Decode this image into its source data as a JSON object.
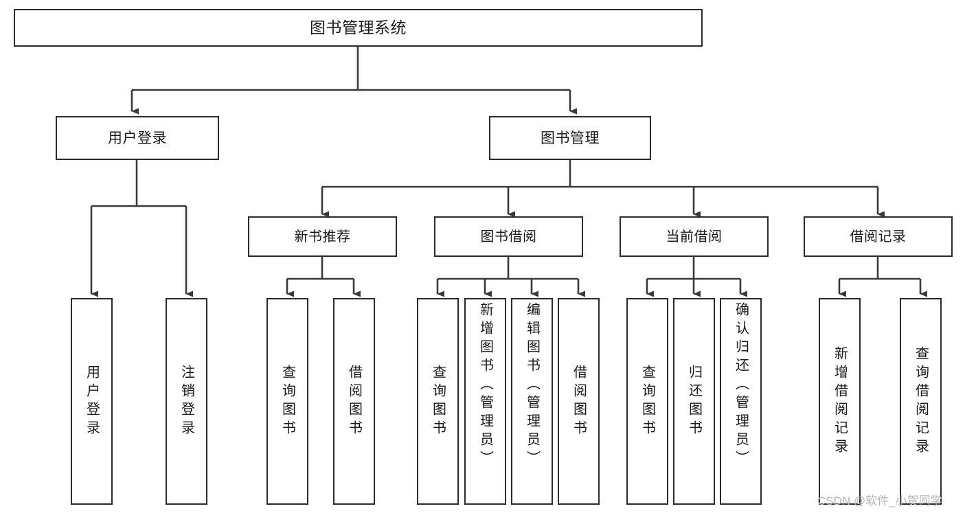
{
  "diagram": {
    "type": "tree-hierarchy-chart",
    "title": "图书管理系统",
    "watermark": "CSDN @软件_小贺同学",
    "colors": {
      "box_border": "#2b2b2b",
      "box_fill": "#ffffff",
      "connector": "#3a3a3a",
      "text": "#1a1a1a",
      "watermark": "#b4b4b4",
      "background": "#ffffff"
    },
    "nodes": {
      "root": {
        "label": "图书管理系统"
      },
      "level2": [
        {
          "id": "user-login",
          "label": "用户登录"
        },
        {
          "id": "book-manage",
          "label": "图书管理"
        }
      ],
      "level3": [
        {
          "id": "new-book-recommend",
          "label": "新书推荐"
        },
        {
          "id": "book-borrow",
          "label": "图书借阅"
        },
        {
          "id": "current-borrow",
          "label": "当前借阅"
        },
        {
          "id": "borrow-record",
          "label": "借阅记录"
        }
      ],
      "leaves": {
        "user-login": [
          {
            "id": "leaf-user-login",
            "label": "用户登录"
          },
          {
            "id": "leaf-user-logout",
            "label": "注销登录"
          }
        ],
        "new-book-recommend": [
          {
            "id": "leaf-query-book-1",
            "label": "查询图书"
          },
          {
            "id": "leaf-borrow-book-1",
            "label": "借阅图书"
          }
        ],
        "book-borrow": [
          {
            "id": "leaf-query-book-2",
            "label": "查询图书"
          },
          {
            "id": "leaf-add-book",
            "label": "新增图书（管理员）"
          },
          {
            "id": "leaf-edit-book",
            "label": "编辑图书（管理员）"
          },
          {
            "id": "leaf-borrow-book-2",
            "label": "借阅图书"
          }
        ],
        "current-borrow": [
          {
            "id": "leaf-query-book-3",
            "label": "查询图书"
          },
          {
            "id": "leaf-return-book",
            "label": "归还图书"
          },
          {
            "id": "leaf-confirm-return",
            "label": "确认归还（管理员）"
          }
        ],
        "borrow-record": [
          {
            "id": "leaf-add-record",
            "label": "新增借阅记录"
          },
          {
            "id": "leaf-query-record",
            "label": "查询借阅记录"
          }
        ]
      }
    },
    "edges": [
      {
        "from": "root",
        "to": "user-login"
      },
      {
        "from": "root",
        "to": "book-manage"
      },
      {
        "from": "user-login",
        "to": "leaf-user-login"
      },
      {
        "from": "user-login",
        "to": "leaf-user-logout"
      },
      {
        "from": "book-manage",
        "to": "new-book-recommend"
      },
      {
        "from": "book-manage",
        "to": "book-borrow"
      },
      {
        "from": "book-manage",
        "to": "current-borrow"
      },
      {
        "from": "book-manage",
        "to": "borrow-record"
      },
      {
        "from": "new-book-recommend",
        "to": "leaf-query-book-1"
      },
      {
        "from": "new-book-recommend",
        "to": "leaf-borrow-book-1"
      },
      {
        "from": "book-borrow",
        "to": "leaf-query-book-2"
      },
      {
        "from": "book-borrow",
        "to": "leaf-add-book"
      },
      {
        "from": "book-borrow",
        "to": "leaf-edit-book"
      },
      {
        "from": "book-borrow",
        "to": "leaf-borrow-book-2"
      },
      {
        "from": "current-borrow",
        "to": "leaf-query-book-3"
      },
      {
        "from": "current-borrow",
        "to": "leaf-return-book"
      },
      {
        "from": "current-borrow",
        "to": "leaf-confirm-return"
      },
      {
        "from": "borrow-record",
        "to": "leaf-add-record"
      },
      {
        "from": "borrow-record",
        "to": "leaf-query-record"
      }
    ]
  }
}
